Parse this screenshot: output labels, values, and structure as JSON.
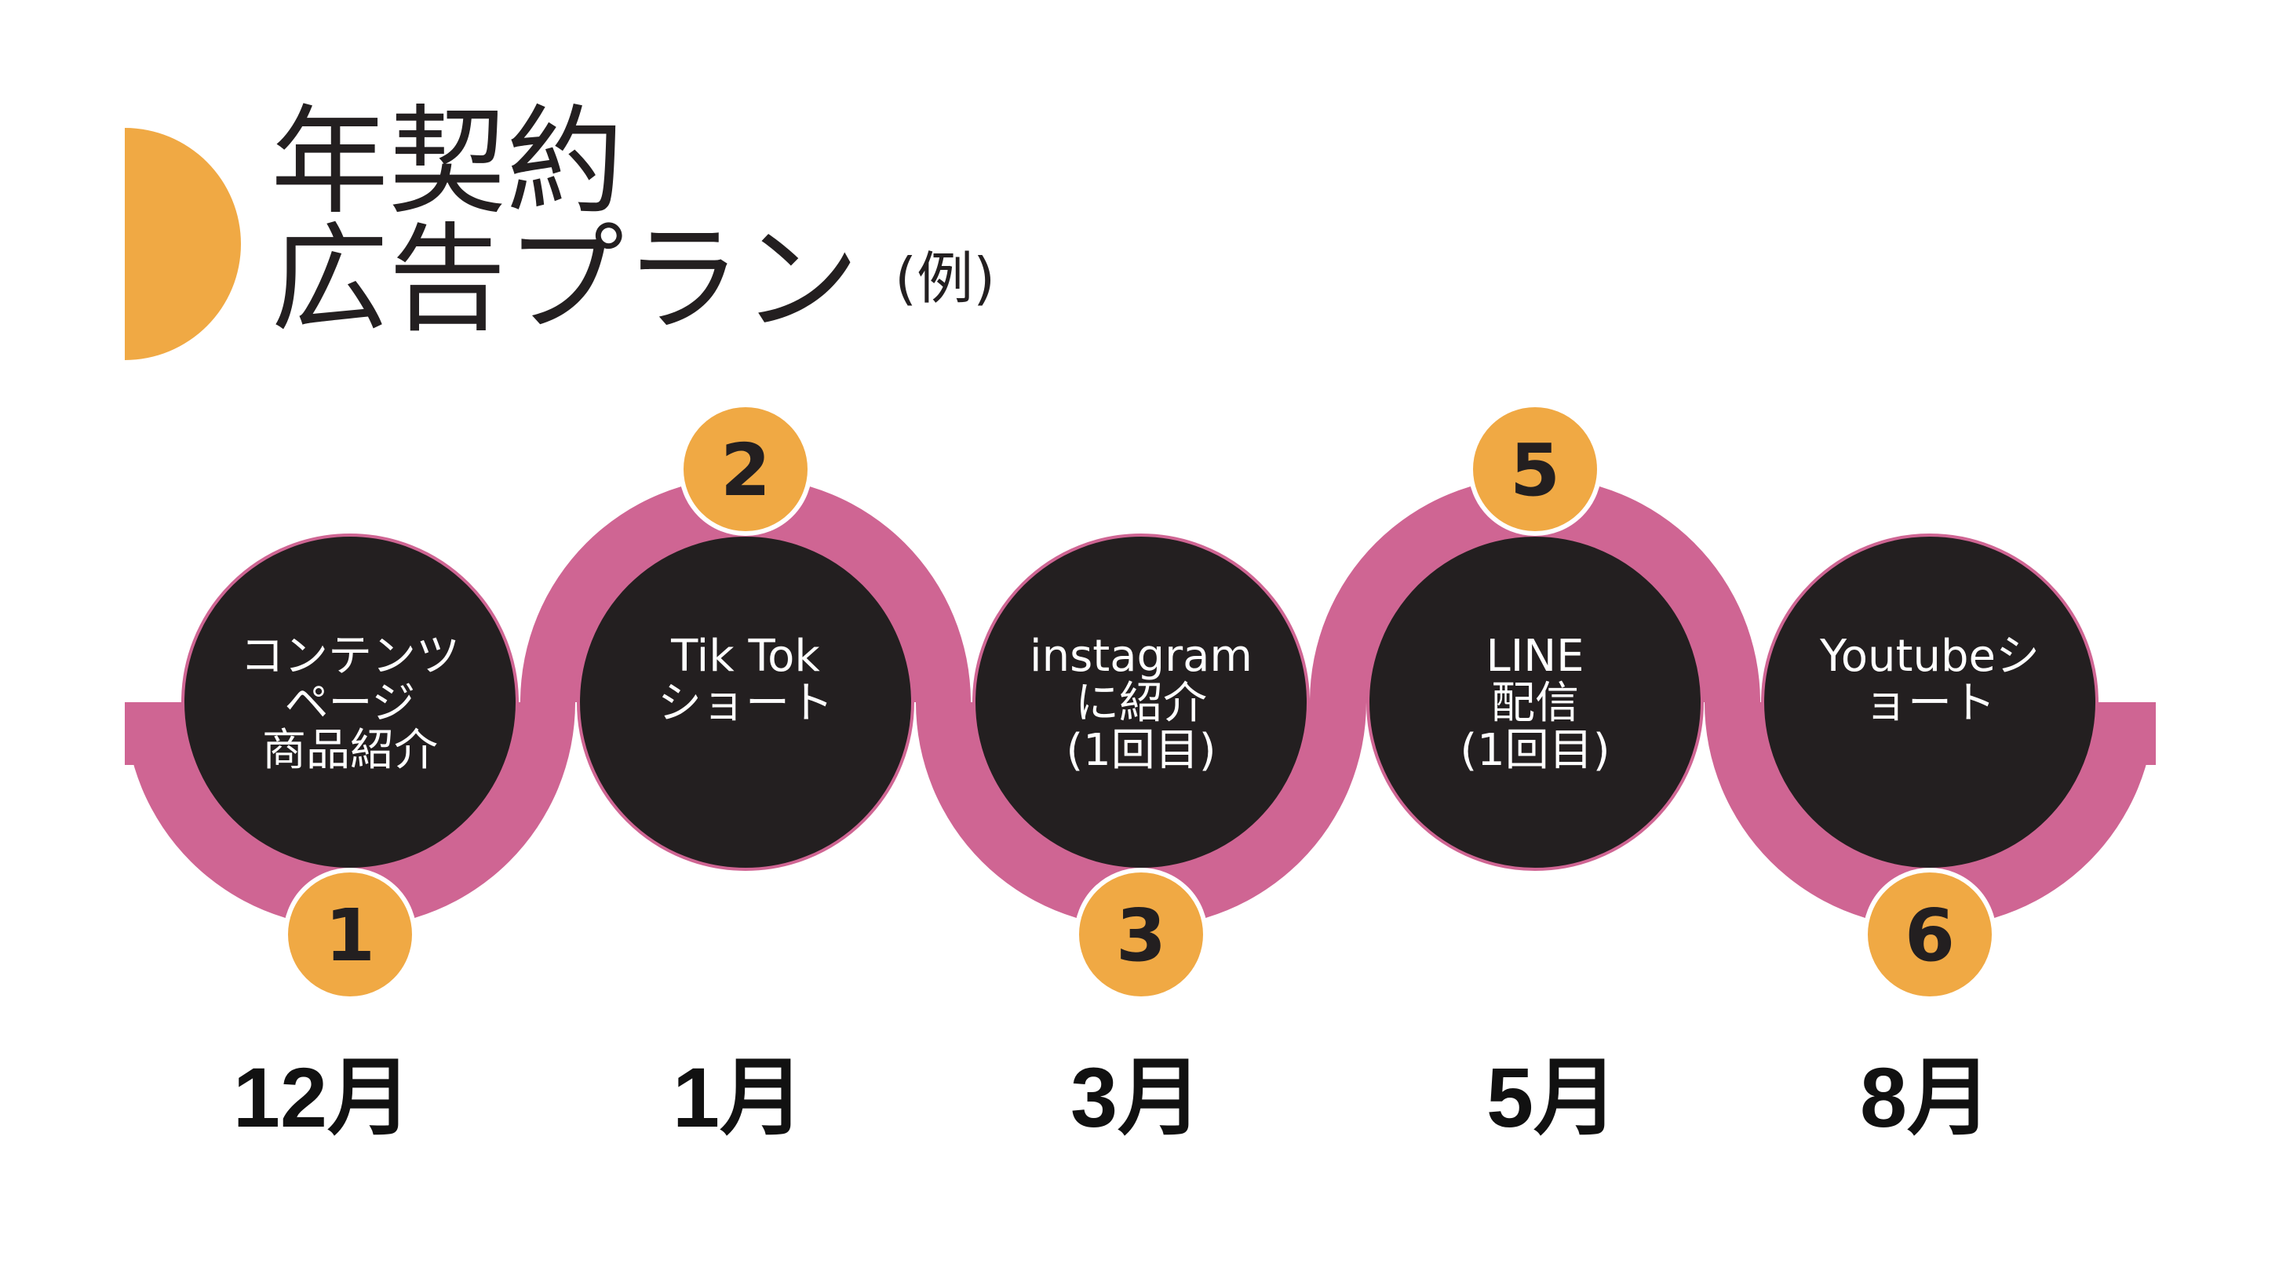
{
  "title": {
    "line1": "年契約",
    "line2": "広告プラン",
    "suffix": "(例)"
  },
  "colors": {
    "accent": "#F0A944",
    "ribbon": "#CF6593",
    "circle": "#231F20"
  },
  "steps": [
    {
      "number": "1",
      "lines": [
        "コンテンツ",
        "ページ",
        "商品紹介"
      ],
      "month": "12月"
    },
    {
      "number": "2",
      "lines": [
        "Tik Tok",
        "ショート"
      ],
      "month": "1月"
    },
    {
      "number": "3",
      "lines": [
        "instagram",
        "に紹介",
        "(1回目)"
      ],
      "month": "3月"
    },
    {
      "number": "5",
      "lines": [
        "LINE",
        "配信",
        "(1回目)"
      ],
      "month": "5月"
    },
    {
      "number": "6",
      "lines": [
        "Youtubeシ",
        "ョート"
      ],
      "month": "8月"
    }
  ]
}
